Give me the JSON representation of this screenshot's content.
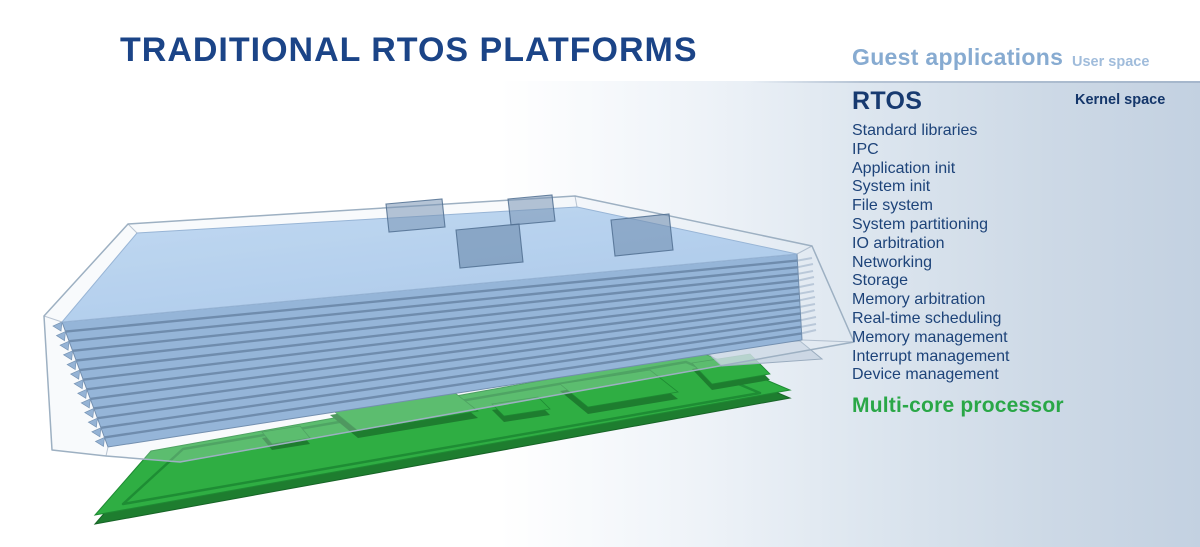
{
  "title": "TRADITIONAL RTOS PLATFORMS",
  "user_space": {
    "heading": "Guest applications",
    "label": "User space"
  },
  "kernel_space": {
    "heading": "RTOS",
    "label": "Kernel space",
    "items": [
      "Standard libraries",
      "IPC",
      "Application init",
      "System init",
      "File system",
      "System partitioning",
      "IO arbitration",
      "Networking",
      "Storage",
      "Memory arbitration",
      "Real-time scheduling",
      "Memory management",
      "Interrupt management",
      "Device management"
    ]
  },
  "processor": {
    "label": "Multi-core processor"
  },
  "colors": {
    "title_blue": "#1b4487",
    "heading_navy": "#173a70",
    "list_navy": "#1d4379",
    "muted_blue": "#87abd1",
    "green_text": "#2aa747",
    "board_green": "#2fae43",
    "board_edge_green": "#1e7d2f",
    "stack_face_blue": "#7ba3cf",
    "stack_line_blue": "#476b94",
    "stack_top_blue": "#a9c9ec",
    "band_blue": "#c3d1e1"
  }
}
